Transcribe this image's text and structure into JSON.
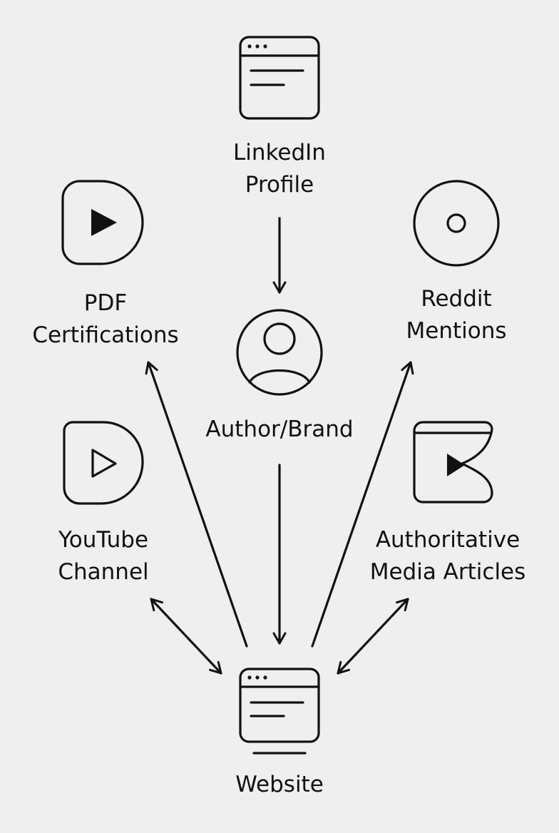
{
  "colors": {
    "background": "#efefef",
    "ink": "#111111"
  },
  "nodes": [
    {
      "id": "linkedin",
      "icon": "browser-window-icon",
      "lines": [
        "LinkedIn",
        "Profile"
      ]
    },
    {
      "id": "pdf",
      "icon": "play-badge-icon",
      "lines": [
        "PDF",
        "Certifications"
      ]
    },
    {
      "id": "reddit",
      "icon": "circle-dot-icon",
      "lines": [
        "Reddit",
        "Mentions"
      ]
    },
    {
      "id": "author",
      "icon": "user-avatar-icon",
      "lines": [
        "Author/Brand"
      ]
    },
    {
      "id": "youtube",
      "icon": "play-outline-icon",
      "lines": [
        "YouTube",
        "Channel"
      ]
    },
    {
      "id": "media",
      "icon": "media-article-icon",
      "lines": [
        "Authoritative",
        "Media Articles"
      ]
    },
    {
      "id": "website",
      "icon": "website-window-icon",
      "lines": [
        "Website"
      ]
    }
  ],
  "edges": [
    {
      "from": "linkedin",
      "to": "author",
      "direction": "forward"
    },
    {
      "from": "author",
      "to": "website",
      "direction": "forward"
    },
    {
      "from": "website",
      "to": "pdf",
      "direction": "forward"
    },
    {
      "from": "website",
      "to": "reddit",
      "direction": "forward"
    },
    {
      "from": "website",
      "to": "youtube",
      "direction": "both"
    },
    {
      "from": "website",
      "to": "media",
      "direction": "both"
    }
  ]
}
